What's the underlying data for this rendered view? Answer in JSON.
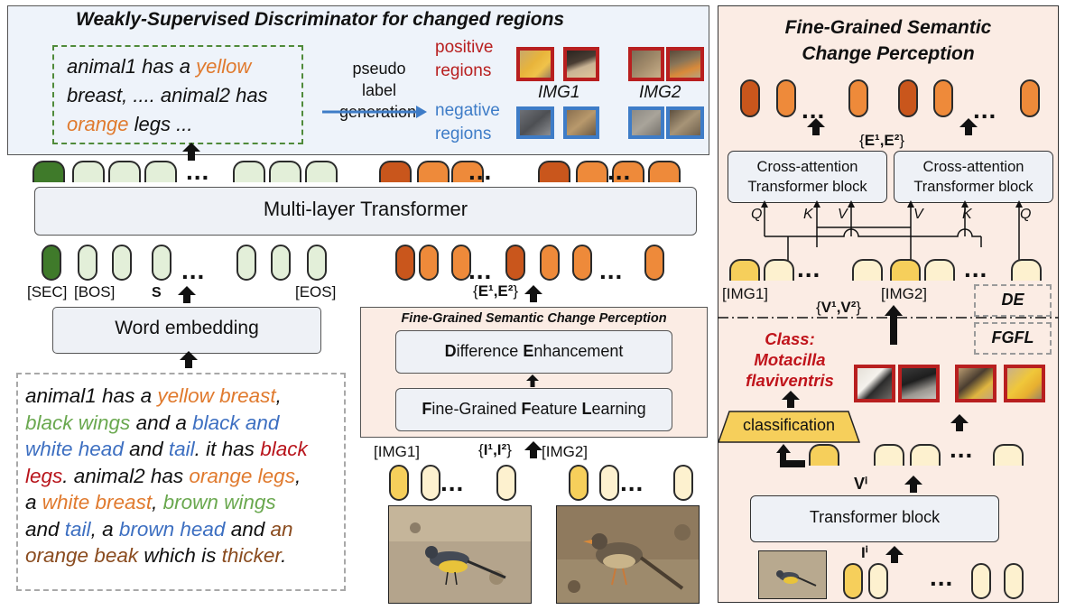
{
  "wsd": {
    "title": "Weakly-Supervised Discriminator for changed regions",
    "caption_pre1": "animal1 has a ",
    "caption_yellow": "yellow",
    "caption_line2": "breast, .... animal2 has",
    "caption_orange": "orange",
    "caption_end": " legs ...",
    "pseudo_label": [
      "pseudo",
      "label",
      "generation"
    ],
    "positive_label": [
      "positive",
      "regions"
    ],
    "negative_label": [
      "negative",
      "regions"
    ],
    "img1": "IMG1",
    "img2": "IMG2"
  },
  "main": {
    "transformer": "Multi-layer Transformer",
    "word_embedding": "Word embedding",
    "tok_sec": "[SEC]",
    "tok_bos": "[BOS]",
    "tok_eos": "[EOS]",
    "s_label": "S",
    "e_label_prefix": "{",
    "e_label_inner": "E¹,E²",
    "e_label_suffix": "}",
    "fgscp_title": "Fine-Grained Semantic Change Perception",
    "de_block": "Difference Enhancement",
    "fgfl_block": "Fine-Grained Feature Learning",
    "img1_tag": "[IMG1]",
    "img2_tag": "[IMG2]",
    "i_label_inner": "I¹,I²"
  },
  "description": [
    [
      {
        "t": "animal1 has a ",
        "c": ""
      },
      {
        "t": "yellow breast",
        "c": "c-y"
      },
      {
        "t": ",",
        "c": ""
      }
    ],
    [
      {
        "t": "black wings",
        "c": "c-g"
      },
      {
        "t": " and a ",
        "c": ""
      },
      {
        "t": "black and",
        "c": "c-b"
      }
    ],
    [
      {
        "t": "white head",
        "c": "c-b"
      },
      {
        "t": " and ",
        "c": ""
      },
      {
        "t": "tail",
        "c": "c-b"
      },
      {
        "t": ". it has ",
        "c": ""
      },
      {
        "t": "black",
        "c": "c-r"
      }
    ],
    [
      {
        "t": "legs",
        "c": "c-r"
      },
      {
        "t": ". animal2 has ",
        "c": ""
      },
      {
        "t": "orange legs",
        "c": "c-o"
      },
      {
        "t": ",",
        "c": ""
      }
    ],
    [
      {
        "t": "a ",
        "c": ""
      },
      {
        "t": "white breast",
        "c": "c-y"
      },
      {
        "t": ", ",
        "c": ""
      },
      {
        "t": "brown wings",
        "c": "c-g"
      }
    ],
    [
      {
        "t": "and ",
        "c": ""
      },
      {
        "t": "tail",
        "c": "c-b"
      },
      {
        "t": ", a ",
        "c": ""
      },
      {
        "t": "brown head",
        "c": "c-b"
      },
      {
        "t": " and ",
        "c": ""
      },
      {
        "t": "an",
        "c": "c-br"
      }
    ],
    [
      {
        "t": "orange beak",
        "c": "c-br"
      },
      {
        "t": " which is ",
        "c": ""
      },
      {
        "t": "thicker",
        "c": "c-br"
      },
      {
        "t": ".",
        "c": ""
      }
    ]
  ],
  "right": {
    "title": [
      "Fine-Grained Semantic",
      "Change Perception"
    ],
    "e_inner": "E¹,E²",
    "cross_attn": [
      "Cross-attention",
      "Transformer block"
    ],
    "q": "Q",
    "k": "K",
    "v": "V",
    "img1_tag": "[IMG1]",
    "img2_tag": "[IMG2]",
    "de_tag": "DE",
    "fgfl_tag": "FGFL",
    "v_inner": "V¹,V²",
    "class_label": [
      "Class:",
      "Motacilla",
      "flaviventris"
    ],
    "classification": "classification",
    "vi": "Vⁱ",
    "transformer_block": "Transformer block",
    "ii": "Iⁱ"
  },
  "colors": {
    "panel_blue": "#eef3fa",
    "panel_pink": "#fbece4",
    "gray_block": "#eef1f6",
    "dark_green": "#3f7a2a",
    "light_green": "#e3efd9",
    "dark_orange": "#c9561c",
    "orange": "#ee8a3a",
    "yellow": "#f6cf5b",
    "light_yellow": "#fdf1cf",
    "red": "#b81f1f"
  }
}
